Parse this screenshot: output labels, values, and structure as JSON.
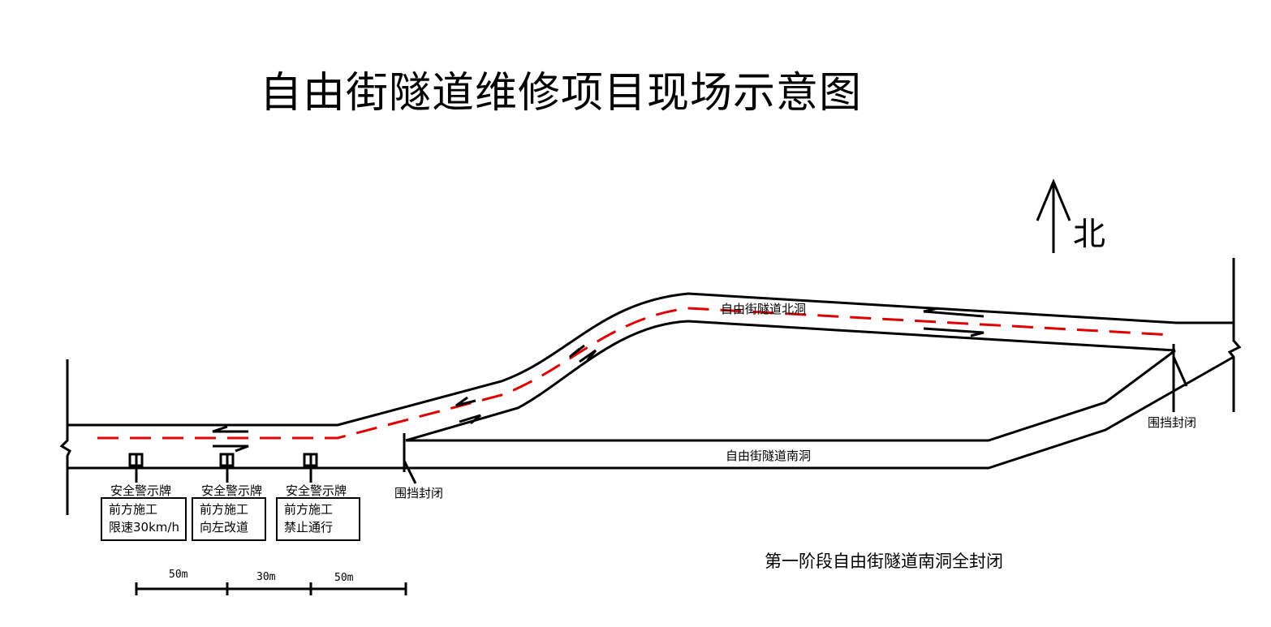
{
  "title": "自由街隧道维修项目现场示意图",
  "north": {
    "label": "北"
  },
  "tunnels": {
    "north": "自由街隧道北洞",
    "south": "自由街隧道南洞"
  },
  "barriers": [
    {
      "label": "围挡封闭"
    },
    {
      "label": "围挡封闭"
    }
  ],
  "signs": [
    {
      "title": "安全警示牌",
      "line1": "前方施工",
      "line2": "限速30km/h"
    },
    {
      "title": "安全警示牌",
      "line1": "前方施工",
      "line2": "向左改道"
    },
    {
      "title": "安全警示牌",
      "line1": "前方施工",
      "line2": "禁止通行"
    }
  ],
  "scale": [
    "50m",
    "30m",
    "50m"
  ],
  "stage_note": "第一阶段自由街隧道南洞全封闭",
  "colors": {
    "lane_divider": "#e00000",
    "lines": "#000000"
  }
}
